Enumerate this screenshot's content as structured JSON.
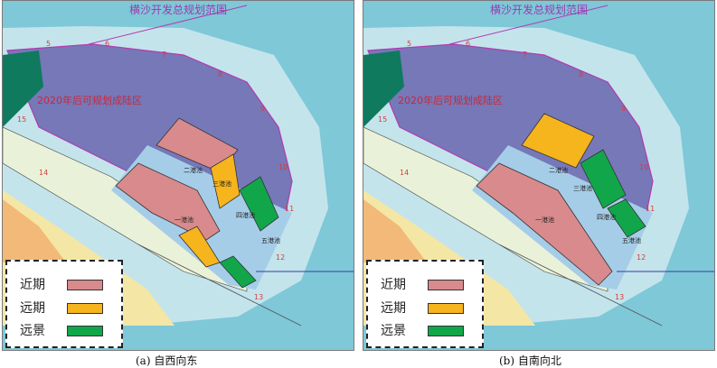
{
  "panels": [
    {
      "id": "a",
      "caption": "(a) 自西向东",
      "boundary_label": "横沙开发总规划范围",
      "area_label": "2020年后可规划成陆区",
      "basin_labels": [
        "一港池",
        "二港池",
        "三港池",
        "四港池",
        "五港池"
      ],
      "point_labels": [
        "5",
        "6",
        "7",
        "8",
        "9",
        "10",
        "11",
        "12",
        "13",
        "14",
        "15"
      ]
    },
    {
      "id": "b",
      "caption": "(b) 自南向北",
      "boundary_label": "横沙开发总规划范围",
      "area_label": "2020年后可规划成陆区",
      "basin_labels": [
        "一港池",
        "二港池",
        "三港池",
        "四港池",
        "五港池"
      ],
      "point_labels": [
        "5",
        "6",
        "7",
        "8",
        "9",
        "10",
        "11",
        "12",
        "13",
        "14",
        "15"
      ]
    }
  ],
  "legend": {
    "items": [
      {
        "label": "近期",
        "color": "#d98a8c"
      },
      {
        "label": "远期",
        "color": "#f6b41d"
      },
      {
        "label": "远景",
        "color": "#12a64a"
      }
    ]
  },
  "colors": {
    "water": "#7ec8d8",
    "shoal": "#c4e4ec",
    "land_area": "#7678b8",
    "basin": "#a6cde8",
    "dark_green": "#0f7a5e",
    "yellow_land": "#f4e6a4",
    "orange_land": "#f2b979"
  }
}
